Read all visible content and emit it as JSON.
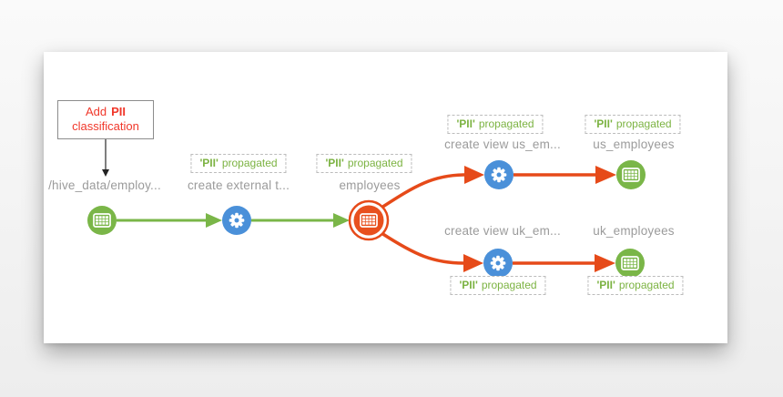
{
  "annotation": {
    "word_regular": "Add",
    "word_bold": "PII",
    "line2": "classification"
  },
  "pii_badge": {
    "tag": "'PII'",
    "suffix": "propagated"
  },
  "nodes": [
    {
      "label": "/hive_data/employ...",
      "kind": "dataset",
      "icon": "table-icon",
      "color": "green",
      "pii_badge": "none"
    },
    {
      "label": "create external t...",
      "kind": "process",
      "icon": "gear-icon",
      "color": "blue",
      "pii_badge": "above"
    },
    {
      "label": "employees",
      "kind": "dataset",
      "icon": "table-icon",
      "color": "orange",
      "pii_badge": "above",
      "highlighted": true
    },
    {
      "label": "create view us_em...",
      "kind": "process",
      "icon": "gear-icon",
      "color": "blue",
      "pii_badge": "above"
    },
    {
      "label": "us_employees",
      "kind": "dataset",
      "icon": "table-icon",
      "color": "green",
      "pii_badge": "above"
    },
    {
      "label": "create view uk_em...",
      "kind": "process",
      "icon": "gear-icon",
      "color": "blue",
      "pii_badge": "below"
    },
    {
      "label": "uk_employees",
      "kind": "dataset",
      "icon": "table-icon",
      "color": "green",
      "pii_badge": "below"
    }
  ],
  "edges": [
    {
      "from": "/hive_data/employ...",
      "to": "create external t...",
      "color": "green"
    },
    {
      "from": "create external t...",
      "to": "employees",
      "color": "green"
    },
    {
      "from": "employees",
      "to": "create view us_em...",
      "color": "orange"
    },
    {
      "from": "create view us_em...",
      "to": "us_employees",
      "color": "orange"
    },
    {
      "from": "employees",
      "to": "create view uk_em...",
      "color": "orange"
    },
    {
      "from": "create view uk_em...",
      "to": "uk_employees",
      "color": "orange"
    }
  ],
  "colors": {
    "green": "#7ab648",
    "blue": "#4a90d9",
    "orange": "#e64a19",
    "label_gray": "#9b9b9b",
    "badge_green": "#7cb342",
    "annotation_red": "#f0372a"
  }
}
